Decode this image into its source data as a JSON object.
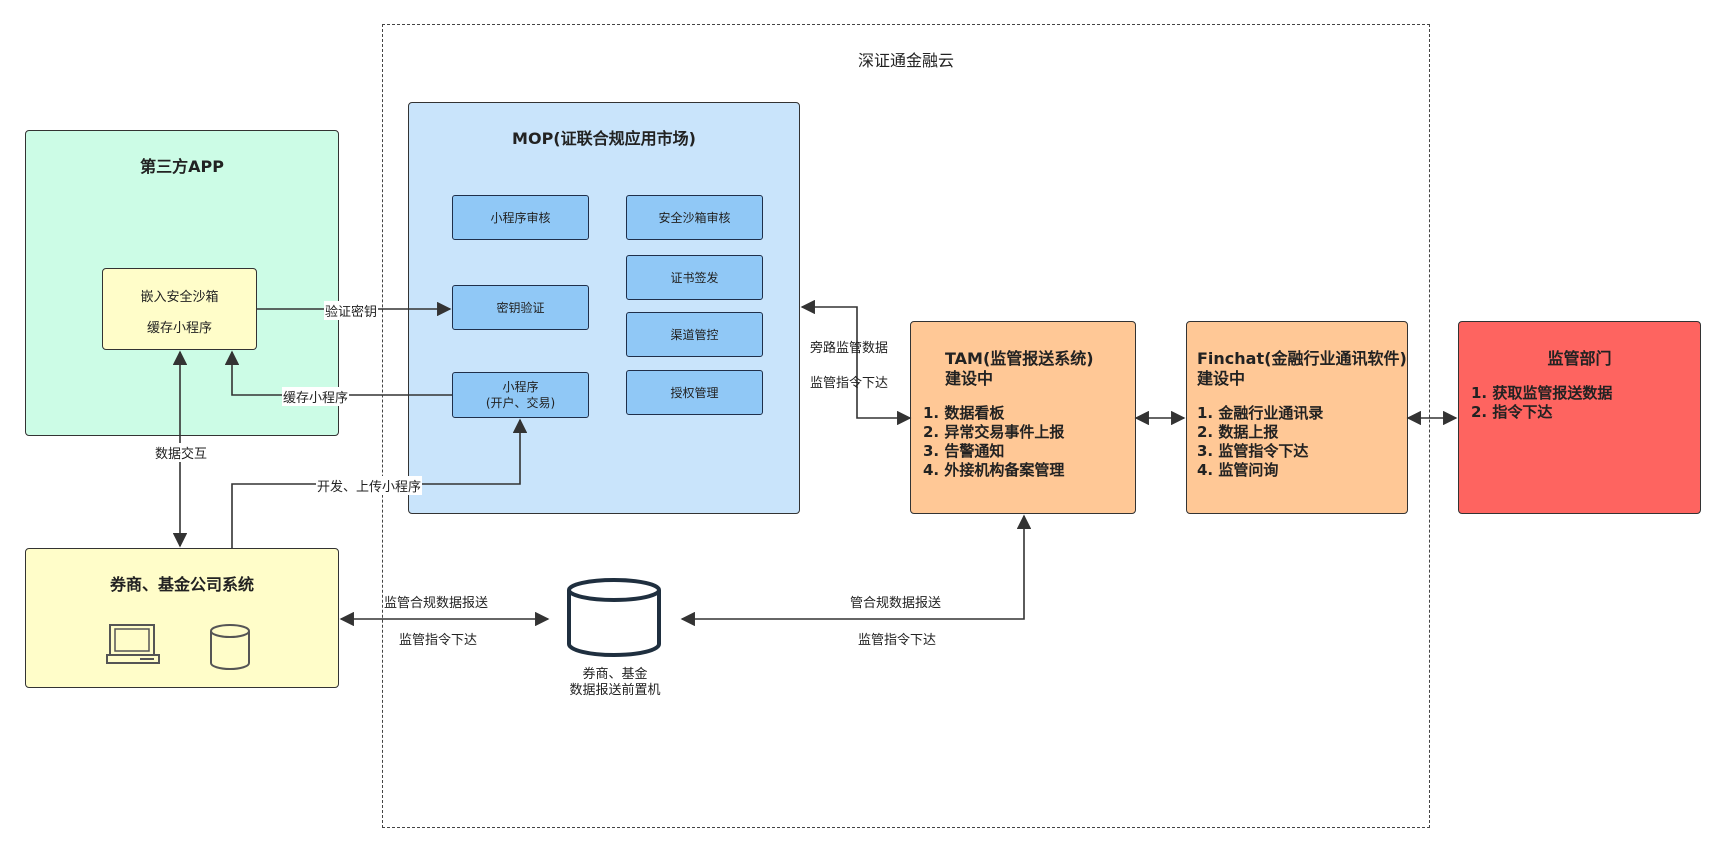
{
  "cloud": {
    "title": "深证通金融云"
  },
  "third_party_app": {
    "title": "第三方APP",
    "sandbox": {
      "line1": "嵌入安全沙箱",
      "line2": "缓存小程序"
    }
  },
  "mop": {
    "title": "MOP(证联合规应用市场)",
    "modules": {
      "mini_review": "小程序审核",
      "sandbox_review": "安全沙箱审核",
      "cert_issue": "证书签发",
      "key_verify": "密钥验证",
      "channel_control": "渠道管控",
      "mini_program_l1": "小程序",
      "mini_program_l2": "(开户、交易)",
      "auth_manage": "授权管理"
    }
  },
  "broker": {
    "title": "券商、基金公司系统",
    "icons": [
      "laptop-icon",
      "database-icon"
    ]
  },
  "front_machine": {
    "line1": "券商、基金",
    "line2": "数据报送前置机"
  },
  "tam": {
    "title_l1": "TAM(监管报送系统)",
    "title_l2": "建设中",
    "items": [
      "1. 数据看板",
      "2. 异常交易事件上报",
      "3. 告警通知",
      "4. 外接机构备案管理"
    ]
  },
  "finchat": {
    "title_l1": "Finchat(金融行业通讯软件)",
    "title_l2": "建设中",
    "items": [
      "1. 金融行业通讯录",
      "2. 数据上报",
      "3. 监管指令下达",
      "4. 监管问询"
    ]
  },
  "regulator": {
    "title": "监管部门",
    "items": [
      "1. 获取监管报送数据",
      "2. 指令下达"
    ]
  },
  "edges": {
    "verify_key": "验证密钥",
    "cache_mini": "缓存小程序",
    "data_exchange": "数据交互",
    "dev_upload": "开发、上传小程序",
    "bypass_data": "旁路监管数据",
    "reg_cmd_1": "监管指令下达",
    "compliance_report_1": "监管合规数据报送",
    "reg_cmd_2": "监管指令下达",
    "compliance_report_2": "管合规数据报送",
    "reg_cmd_3": "监管指令下达"
  },
  "colors": {
    "third_party_bg": "#ccfce6",
    "sandbox_bg": "#fffdc9",
    "mop_bg": "#c9e4fb",
    "module_bg": "#90c8f6",
    "broker_bg": "#fffdc9",
    "tam_bg": "#ffc896",
    "finchat_bg": "#ffc896",
    "regulator_bg": "#fe6460"
  }
}
